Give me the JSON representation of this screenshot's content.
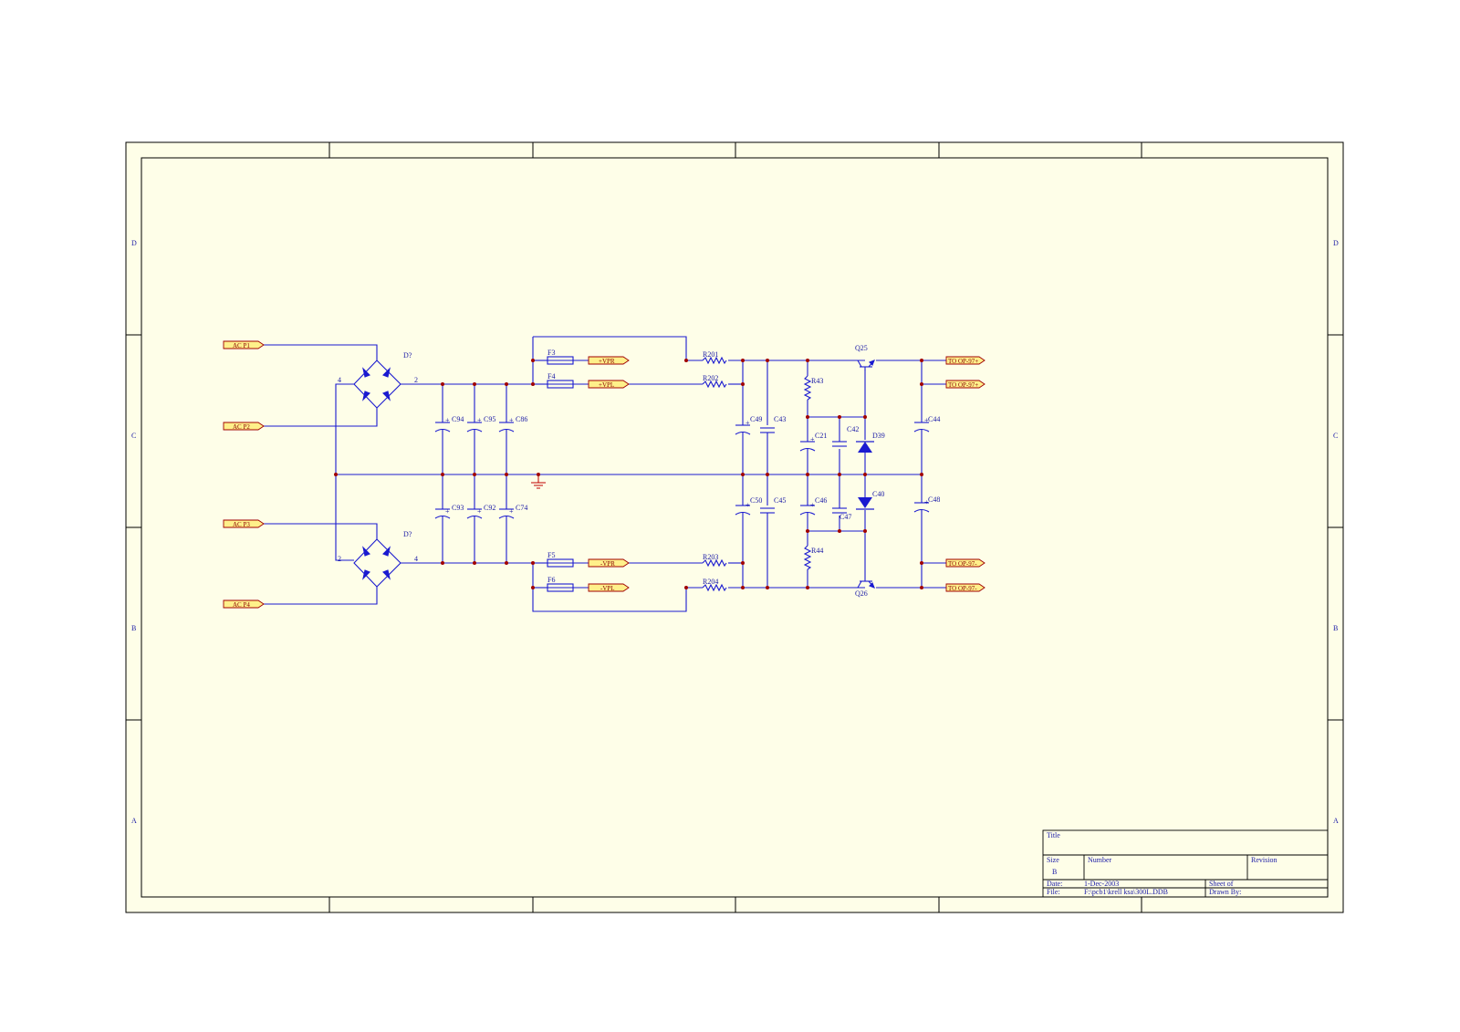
{
  "colors": {
    "sheet_bg": "#fefee8",
    "wire": "#1a1ad0",
    "text": "#1a1aa6",
    "junction": "#a00000",
    "port_fill": "#fff08a",
    "port_stroke": "#a00000",
    "ground": "#c00000"
  },
  "zones": {
    "left": [
      "D",
      "C",
      "B",
      "A"
    ],
    "right": [
      "D",
      "C",
      "B",
      "A"
    ]
  },
  "ports": {
    "acp1": "AC P1",
    "acp2": "AC P2",
    "acp3": "AC P3",
    "acp4": "AC P4",
    "vpr_pos": "+VPR",
    "vpl_pos": "+VPL",
    "vpr_neg": "-VPR",
    "vpl_neg": "-VPL",
    "op_pos1": "TO OP-97+",
    "op_pos2": "TO OP-97+",
    "op_neg1": "TO OP-97-",
    "op_neg2": "TO OP-97-"
  },
  "components": {
    "bridge_top": "D?",
    "bridge_bot": "D?",
    "pin_bt_left": "4",
    "pin_bt_right": "2",
    "pin_bb_left": "2",
    "pin_bb_right": "4",
    "c94": "C94",
    "c95": "C95",
    "c86": "C86",
    "c93": "C93",
    "c92": "C92",
    "c74": "C74",
    "f3": "F3",
    "f4": "F4",
    "f5": "F5",
    "f6": "F6",
    "r201": "R201",
    "r202": "R202",
    "r203": "R203",
    "r204": "R204",
    "c49": "C49",
    "c43": "C43",
    "c50": "C50",
    "c45": "C45",
    "r43": "R43",
    "r44": "R44",
    "c21": "C21",
    "c42": "C42",
    "d39": "D39",
    "c46": "C46",
    "c47": "C47",
    "c40": "C40",
    "q25": "Q25",
    "q26": "Q26",
    "c44": "C44",
    "c48": "C48"
  },
  "title_block": {
    "title_label": "Title",
    "size_label": "Size",
    "size_value": "B",
    "number_label": "Number",
    "revision_label": "Revision",
    "date_label": "Date:",
    "date_value": "1-Dec-2003",
    "sheet_label": "Sheet   of",
    "file_label": "File:",
    "file_value": "F:\\pcb1\\krell ksa\\300L.DDB",
    "drawn_label": "Drawn By:"
  }
}
